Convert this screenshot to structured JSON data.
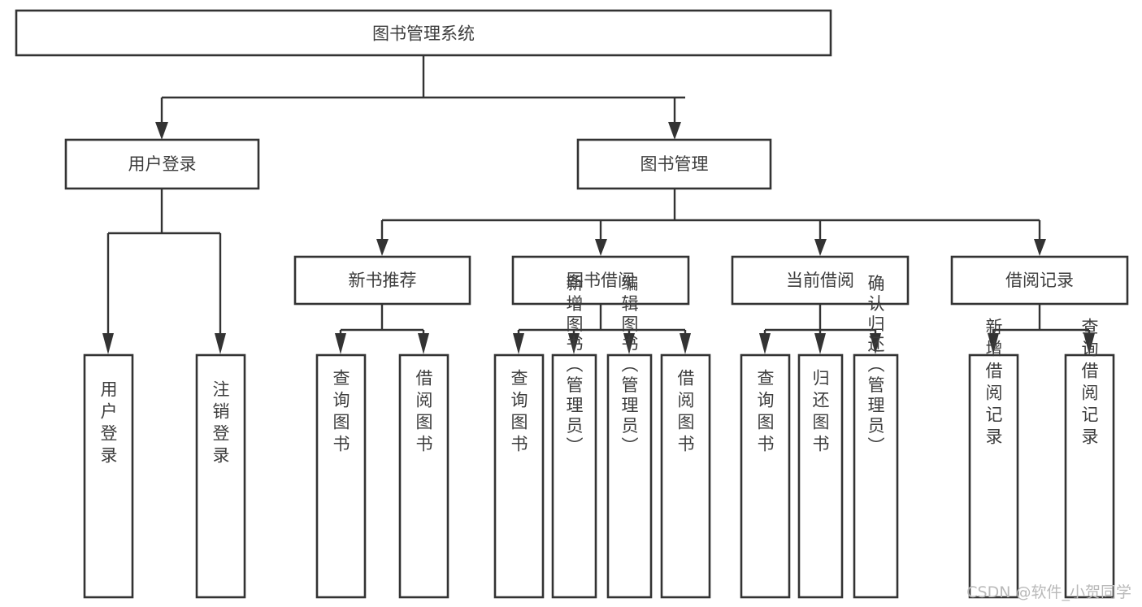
{
  "diagram": {
    "title": "图书管理系统",
    "type": "tree-hierarchy-chart",
    "colors": {
      "box_stroke": "#333333",
      "box_fill": "#ffffff",
      "text": "#3d3d3d",
      "background": "#ffffff",
      "watermark": "#b9b9b9"
    },
    "root": {
      "label": "图书管理系统"
    },
    "level2": [
      {
        "label": "用户登录"
      },
      {
        "label": "图书管理"
      }
    ],
    "level3": [
      {
        "label": "新书推荐"
      },
      {
        "label": "图书借阅"
      },
      {
        "label": "当前借阅"
      },
      {
        "label": "借阅记录"
      }
    ],
    "leaves": {
      "user_login": [
        {
          "label": "用户登录"
        },
        {
          "label": "注销登录"
        }
      ],
      "new_book_recommend": [
        {
          "label": "查询图书"
        },
        {
          "label": "借阅图书"
        }
      ],
      "book_borrow": [
        {
          "label": "查询图书"
        },
        {
          "label": "新增图书（管理员）"
        },
        {
          "label": "编辑图书（管理员）"
        },
        {
          "label": "借阅图书"
        }
      ],
      "current_borrow": [
        {
          "label": "查询图书"
        },
        {
          "label": "归还图书"
        },
        {
          "label": "确认归还（管理员）"
        }
      ],
      "borrow_record": [
        {
          "label": "新增借阅记录"
        },
        {
          "label": "查询借阅记录"
        }
      ]
    }
  },
  "watermark": {
    "text": "CSDN @软件_小贺同学"
  }
}
